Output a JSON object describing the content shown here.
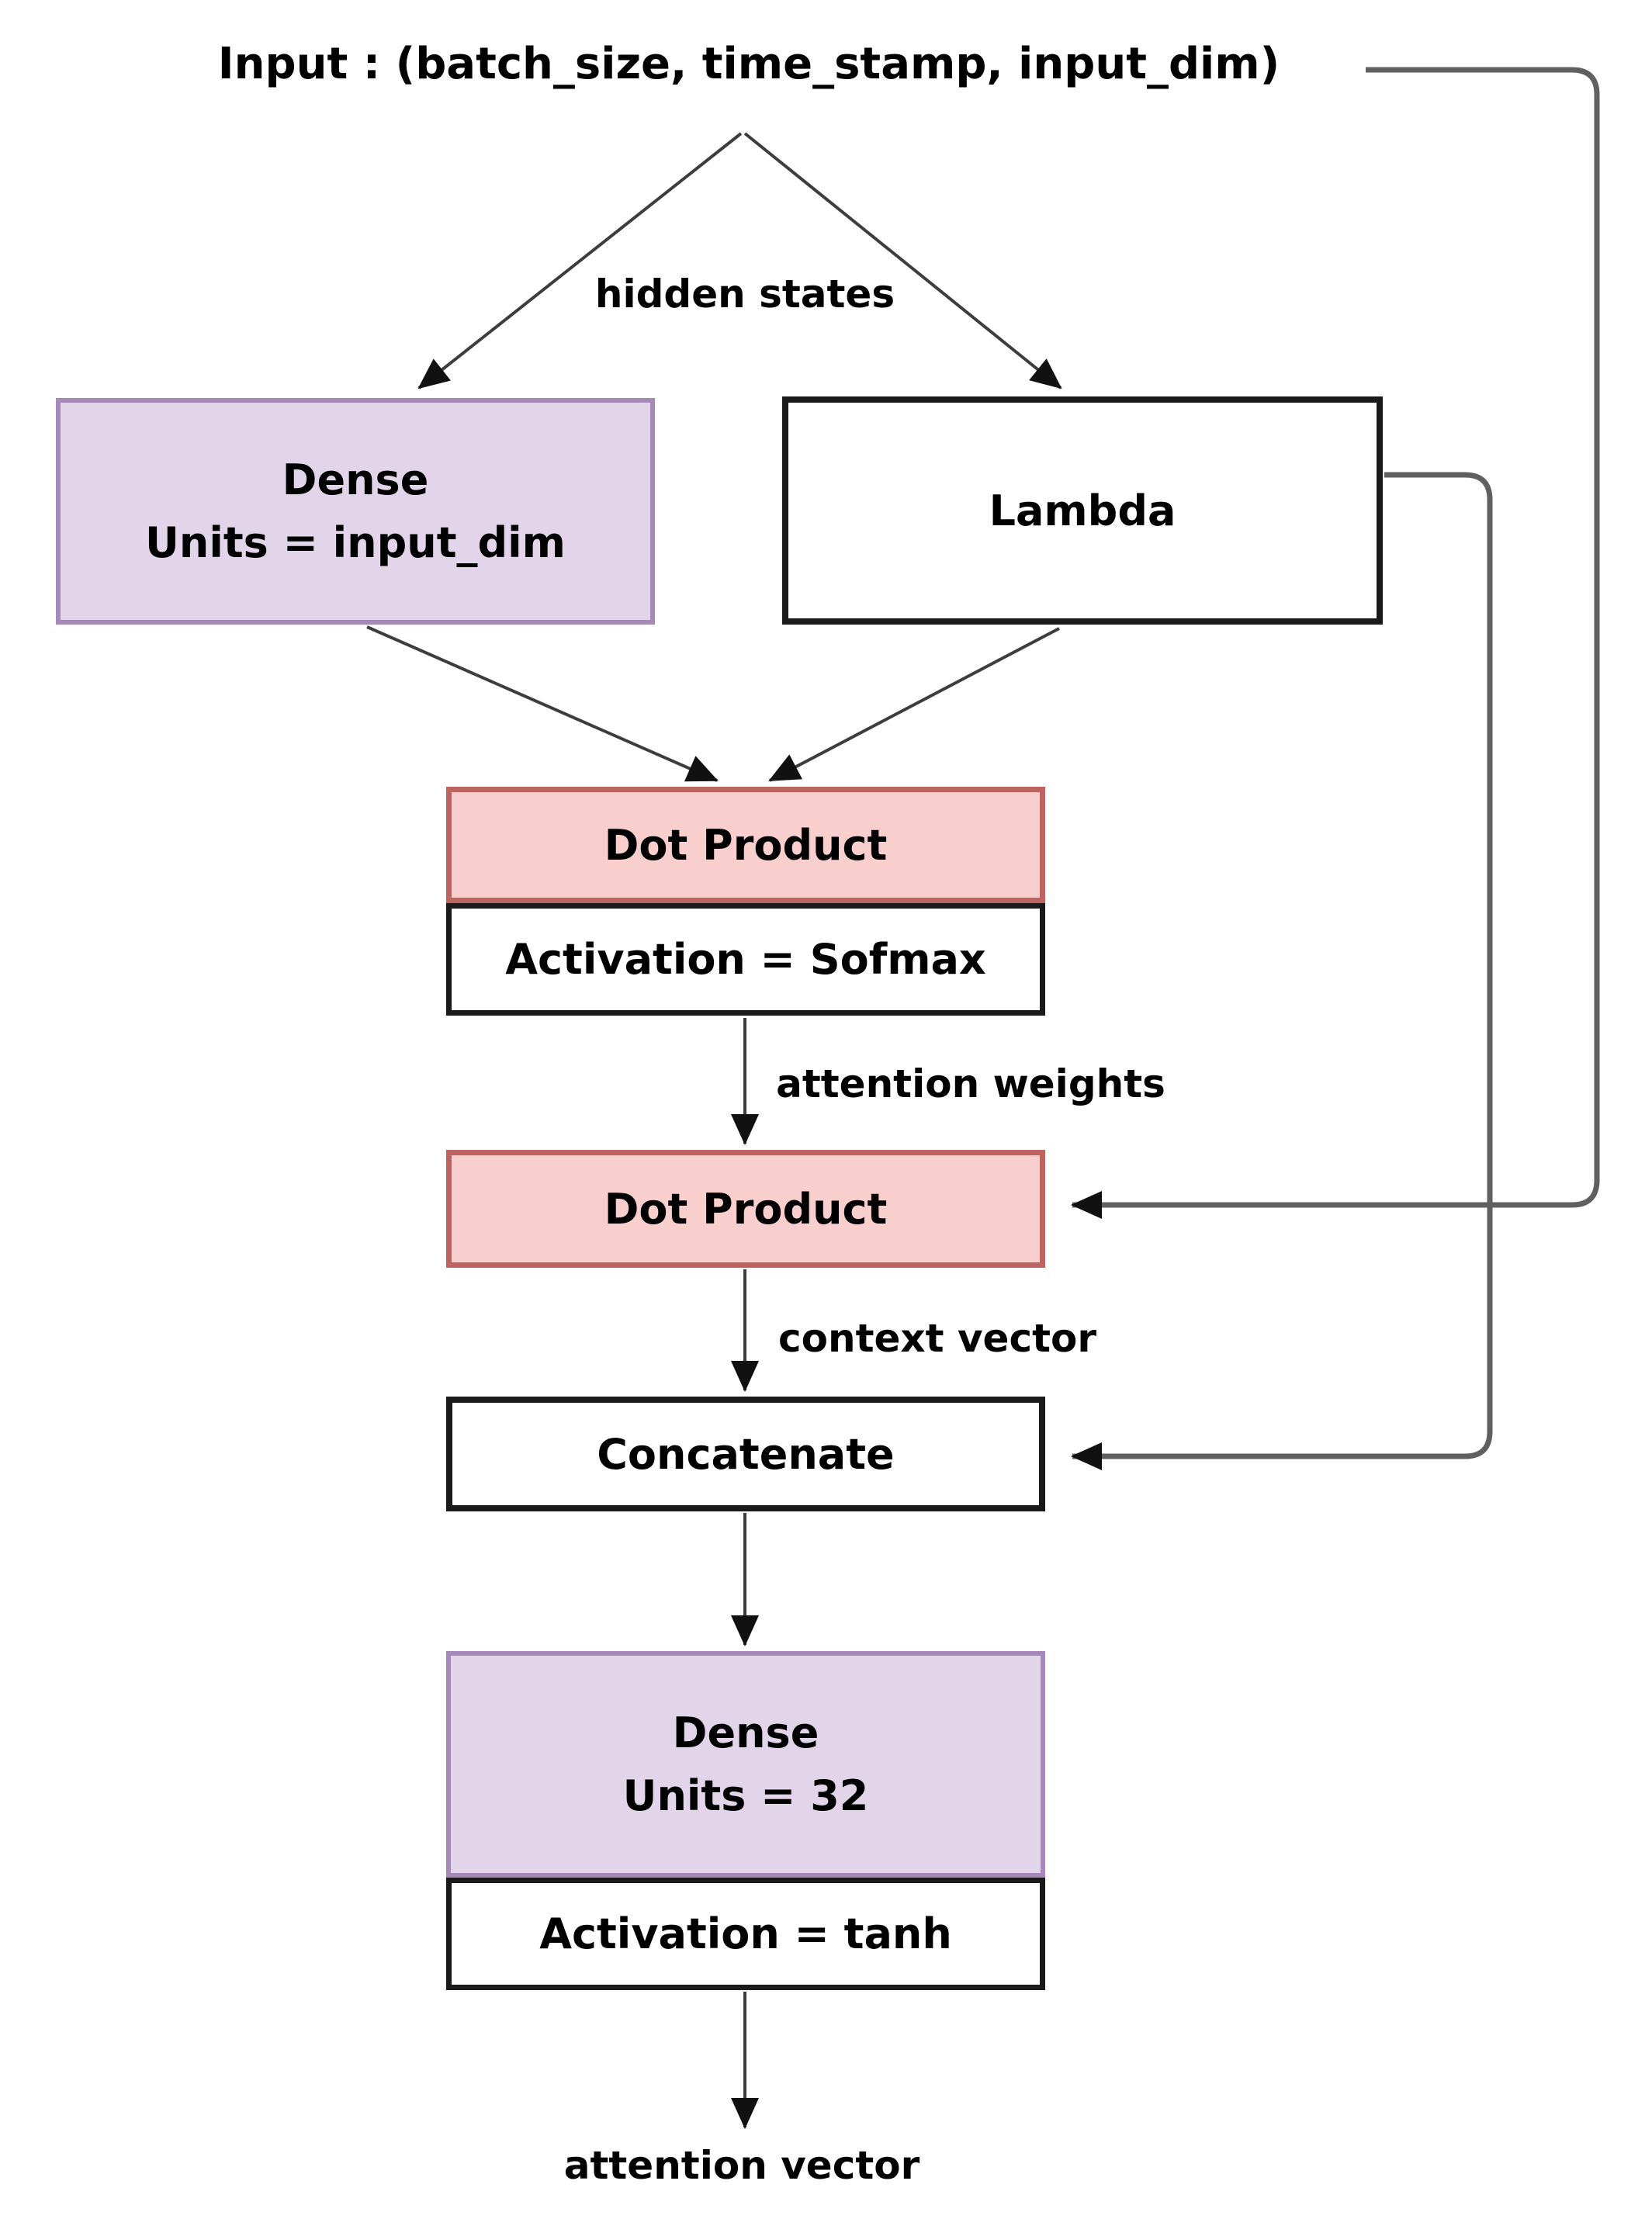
{
  "diagram": {
    "title": "Input : (batch_size, time_stamp, input_dim)",
    "nodes": {
      "dense_top": {
        "name": "Dense",
        "detail": "Units = input_dim"
      },
      "lambda": {
        "name": "Lambda"
      },
      "dot_product_1": {
        "name": "Dot Product"
      },
      "activation_softmax": {
        "name": "Activation = Sofmax"
      },
      "dot_product_2": {
        "name": "Dot Product"
      },
      "concatenate": {
        "name": "Concatenate"
      },
      "dense_bottom": {
        "name": "Dense",
        "detail": "Units = 32"
      },
      "activation_tanh": {
        "name": "Activation = tanh"
      }
    },
    "edge_labels": {
      "hidden_states": "hidden states",
      "attention_weights": "attention weights",
      "context_vector": "context vector",
      "attention_vector": "attention vector"
    },
    "colors": {
      "dense_fill": "#e2d5e9",
      "dense_border": "#a589b8",
      "dot_fill": "#f8cfcc",
      "dot_border": "#bd6360",
      "box_fill": "#ffffff",
      "box_border": "#1a1a1a",
      "wire": "#3d3d3d",
      "wire_gray": "#606060",
      "arrowhead": "#111111",
      "text": "#000000",
      "background": "#ffffff"
    }
  }
}
